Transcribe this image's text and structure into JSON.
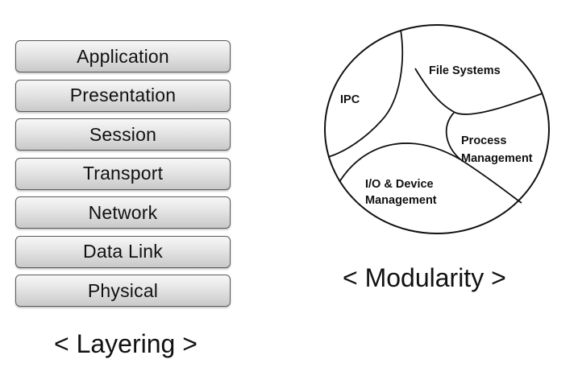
{
  "layering": {
    "layers": [
      "Application",
      "Presentation",
      "Session",
      "Transport",
      "Network",
      "Data Link",
      "Physical"
    ],
    "caption": "< Layering >"
  },
  "modularity": {
    "modules": {
      "file_systems": "File Systems",
      "ipc": "IPC",
      "process_1": "Process",
      "process_2": "Management",
      "io_1": "I/O & Device",
      "io_2": "Management"
    },
    "caption": "< Modularity >"
  }
}
